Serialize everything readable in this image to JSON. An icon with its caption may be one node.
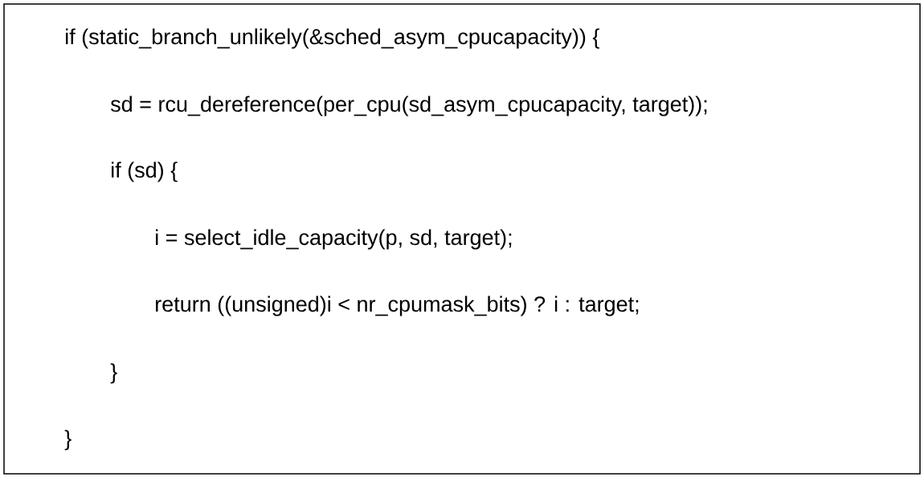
{
  "diagram": {
    "labels": [
      "if (static_branch_unlikely(&sched_asym_cpucapacity)) {",
      "sd = rcu_dereference(per_cpu(sd_asym_cpucapacity, target));",
      "if (sd) {",
      "i = select_idle_capacity(p, sd, target);",
      "return ((unsigned)i < nr_cpumask_bits) ? i : target;",
      "}",
      "}"
    ]
  }
}
